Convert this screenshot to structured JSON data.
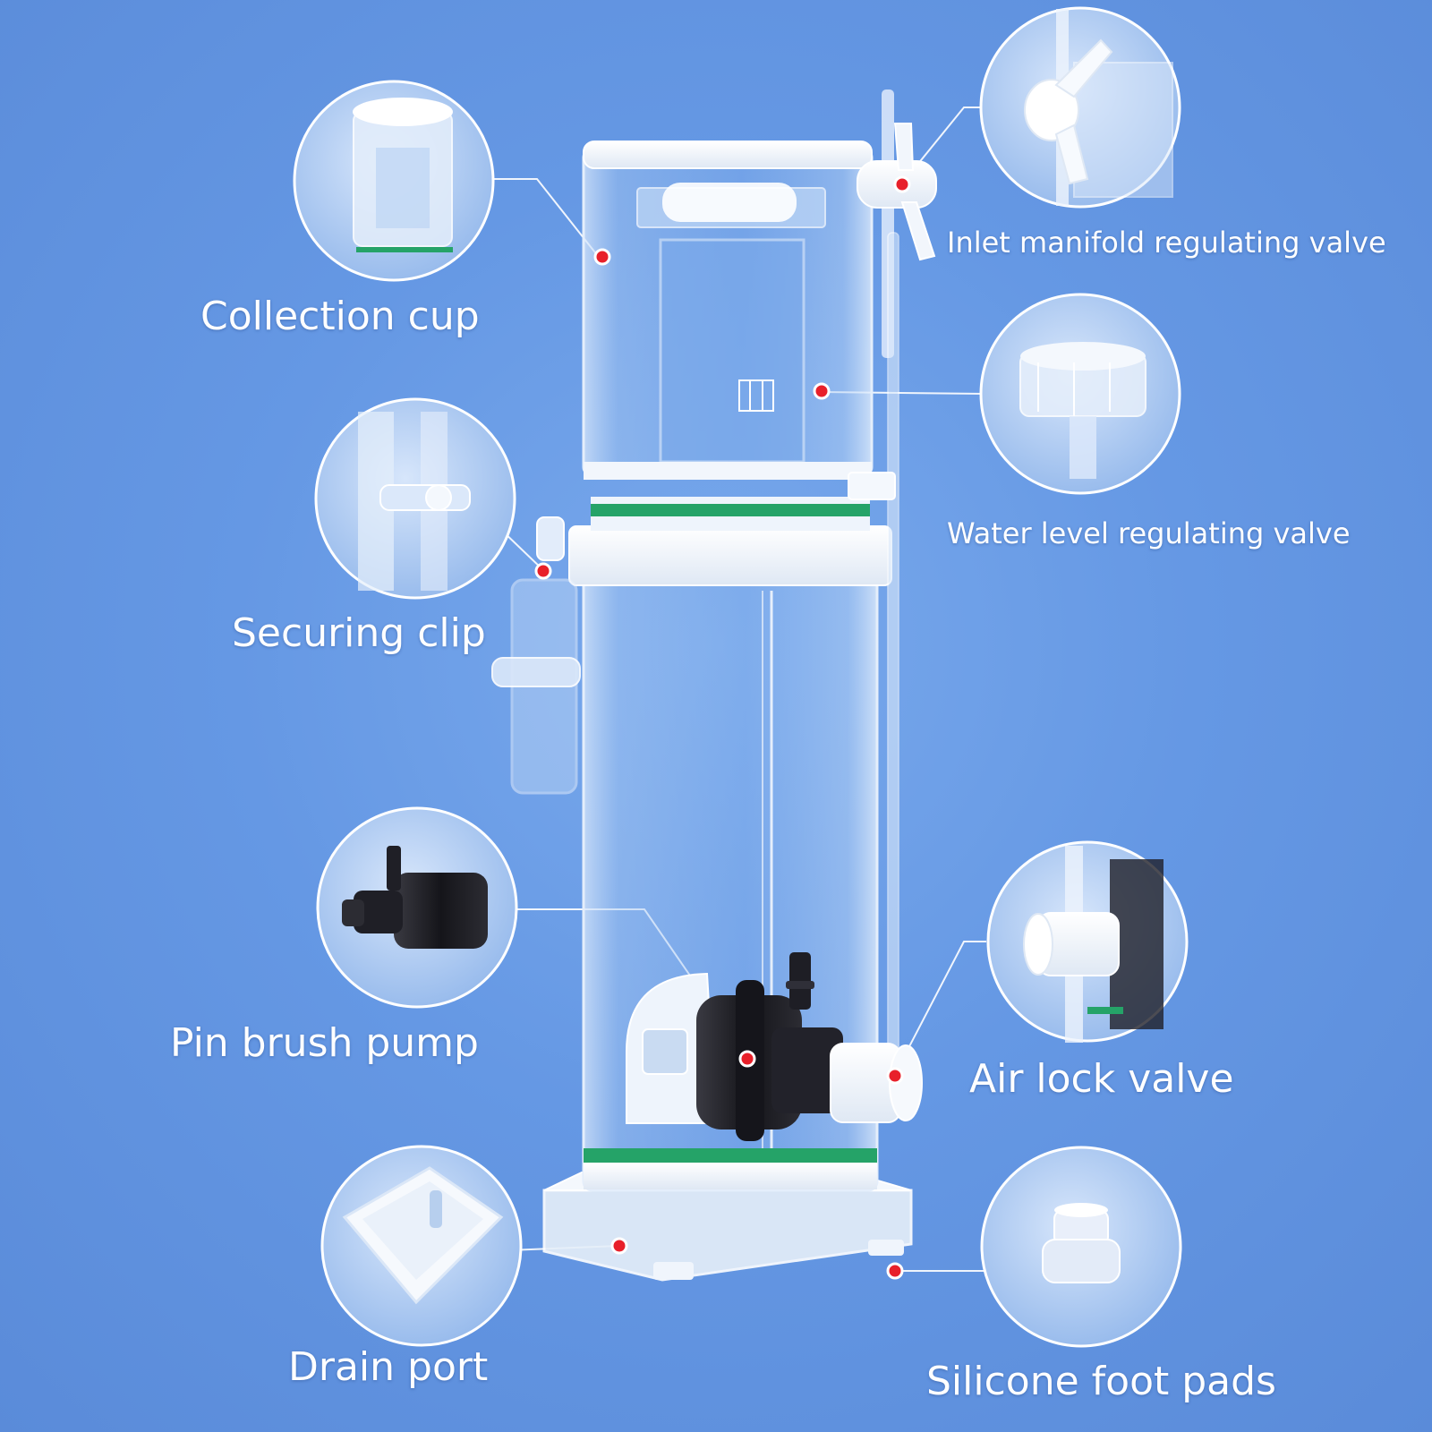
{
  "colors": {
    "background": "#6598e4",
    "marker": "#e8202a",
    "seal": "#2fa36b",
    "pump": "#1d1d22",
    "acrylic": "#9fc3f2"
  },
  "callouts": [
    {
      "id": "collection-cup",
      "label": "Collection cup"
    },
    {
      "id": "securing-clip",
      "label": "Securing clip"
    },
    {
      "id": "pin-brush-pump",
      "label": "Pin brush pump"
    },
    {
      "id": "drain-port",
      "label": "Drain port"
    },
    {
      "id": "inlet-manifold-regulating-valve",
      "label": "Inlet manifold regulating valve"
    },
    {
      "id": "water-level-regulating-valve",
      "label": "Water level regulating valve"
    },
    {
      "id": "air-lock-valve",
      "label": "Air lock valve"
    },
    {
      "id": "silicone-foot-pads",
      "label": "Silicone foot  pads"
    }
  ]
}
